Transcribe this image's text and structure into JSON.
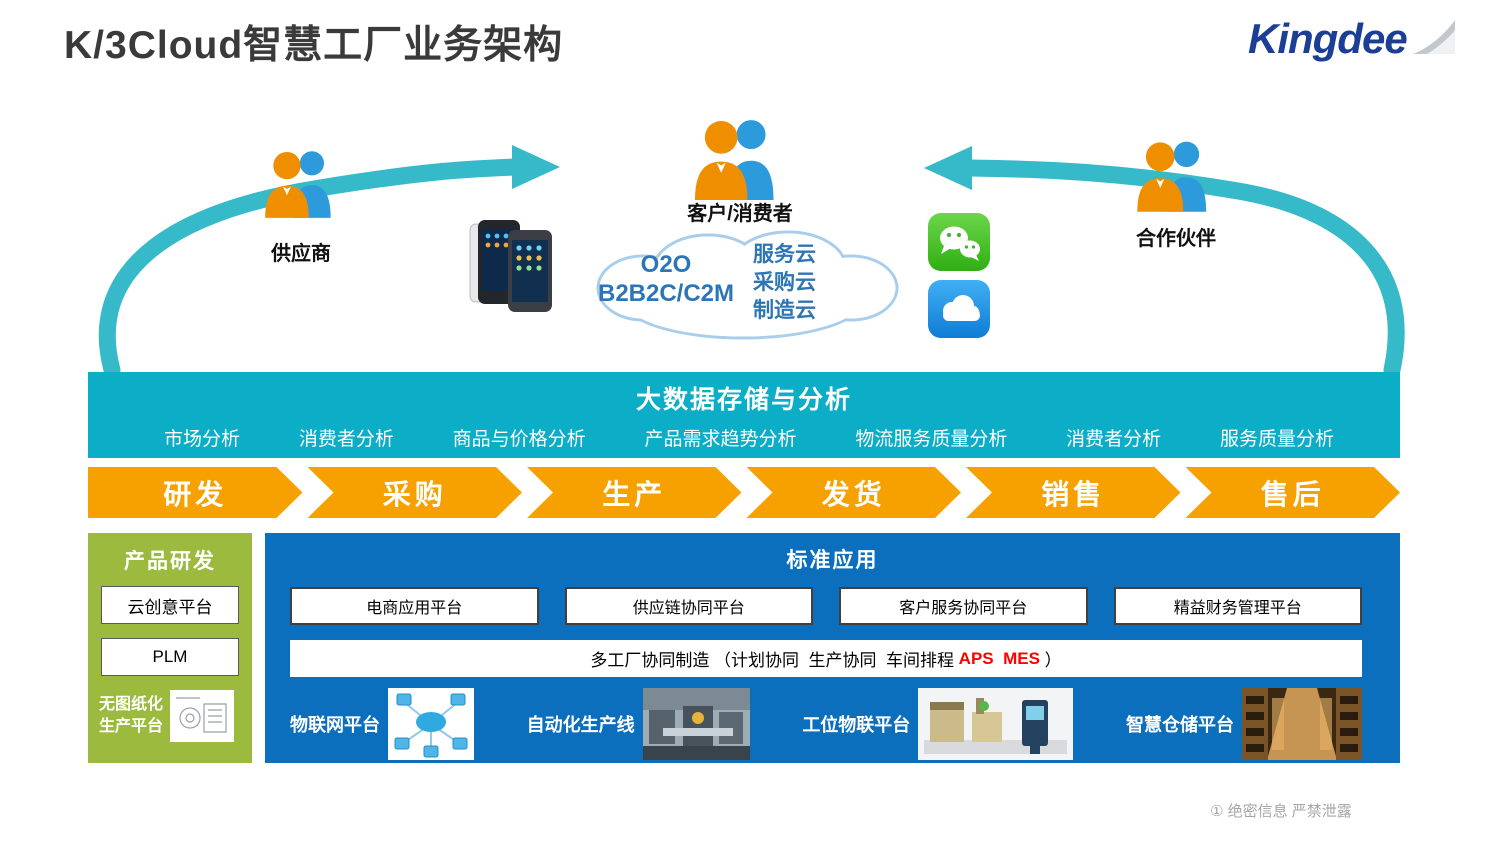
{
  "header": {
    "title": "K/3Cloud智慧工厂业务架构",
    "logo": "Kingdee"
  },
  "actors": {
    "supplier": "供应商",
    "customer": "客户/消费者",
    "partner": "合作伙伴"
  },
  "cloud_bubble": {
    "left_line1": "O2O",
    "left_line2": "B2B2C/C2M",
    "right_line1": "服务云",
    "right_line2": "采购云",
    "right_line3": "制造云"
  },
  "bigdata": {
    "title": "大数据存储与分析",
    "items": [
      "市场分析",
      "消费者分析",
      "商品与价格分析",
      "产品需求趋势分析",
      "物流服务质量分析",
      "消费者分析",
      "服务质量分析"
    ]
  },
  "process": {
    "stages": [
      "研发",
      "采购",
      "生产",
      "发货",
      "销售",
      "售后"
    ]
  },
  "product_rd": {
    "title": "产品研发",
    "box1": "云创意平台",
    "box2": "PLM",
    "bottom_line1": "无图纸化",
    "bottom_line2": "生产平台"
  },
  "standard_apps": {
    "title": "标准应用",
    "row1": [
      "电商应用平台",
      "供应链协同平台",
      "客户服务协同平台",
      "精益财务管理平台"
    ],
    "multi_factory": {
      "prefix": "多工厂协同制造 （计划协同  生产协同  车间排程 ",
      "highlight": "APS  MES",
      "suffix": " ）"
    },
    "platforms": [
      "物联网平台",
      "自动化生产线",
      "工位物联平台",
      "智慧仓储平台"
    ]
  },
  "footer": {
    "note": "① 绝密信息 严禁泄露"
  },
  "colors": {
    "teal": "#0BAEC6",
    "arrow_teal": "#36B9C9",
    "orange": "#F7A100",
    "blue_panel": "#0C6FBE",
    "green_panel": "#9CBA3E",
    "kingdee_blue": "#1C3E95",
    "highlight_red": "#FF0000",
    "cloud_text_blue": "#2E75B6"
  }
}
